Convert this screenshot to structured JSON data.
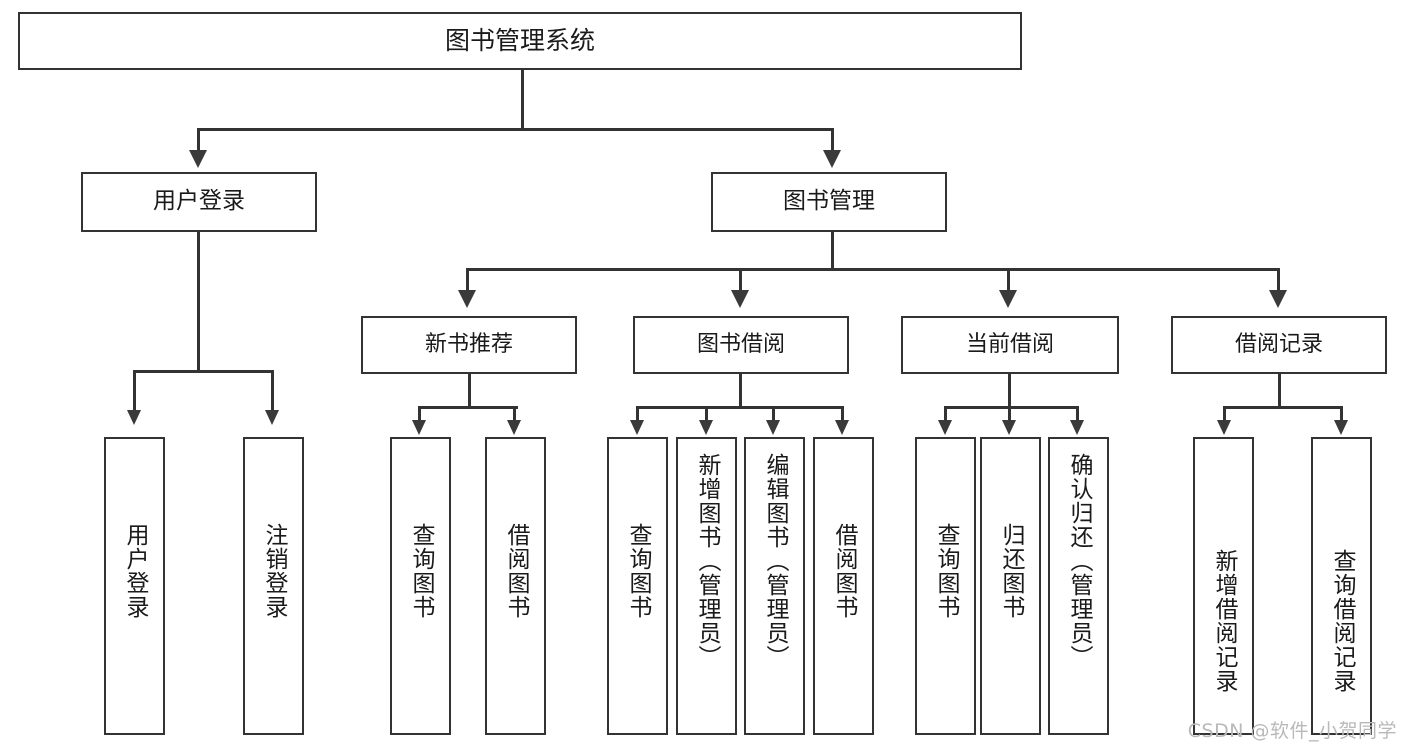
{
  "diagram": {
    "title": "图书管理系统",
    "type": "tree",
    "watermark": "CSDN @软件_小贺同学",
    "colors": {
      "box_border": "#333333",
      "box_fill": "#ffffff",
      "connector": "#333333",
      "text": "#1a1a1a",
      "watermark": "#b9b9b9"
    },
    "root": {
      "label": "图书管理系统"
    },
    "level2": [
      {
        "label": "用户登录"
      },
      {
        "label": "图书管理"
      }
    ],
    "level3": [
      {
        "label": "新书推荐"
      },
      {
        "label": "图书借阅"
      },
      {
        "label": "当前借阅"
      },
      {
        "label": "借阅记录"
      }
    ],
    "leaves": {
      "user_login": [
        {
          "label": "用户登录"
        },
        {
          "label": "注销登录"
        }
      ],
      "new_book": [
        {
          "label": "查询图书"
        },
        {
          "label": "借阅图书"
        }
      ],
      "book_borrow": [
        {
          "label": "查询图书"
        },
        {
          "label": "新增图书（管理员）"
        },
        {
          "label": "编辑图书（管理员）"
        },
        {
          "label": "借阅图书"
        }
      ],
      "current_borrow": [
        {
          "label": "查询图书"
        },
        {
          "label": "归还图书"
        },
        {
          "label": "确认归还（管理员）"
        }
      ],
      "borrow_record": [
        {
          "label": "新增借阅记录"
        },
        {
          "label": "查询借阅记录"
        }
      ]
    }
  }
}
